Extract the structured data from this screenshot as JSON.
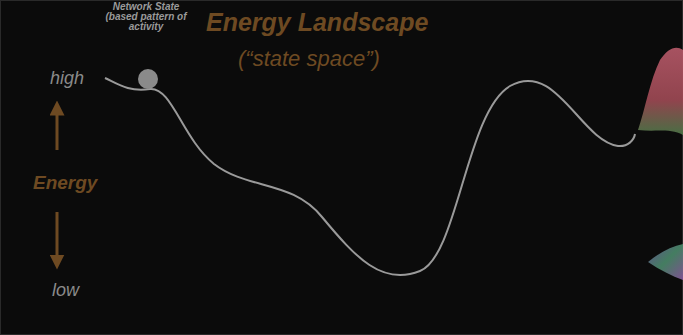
{
  "diagram": {
    "title": "Energy Landscape",
    "labels": [
      "Network State (based pattern of activity",
      "(“state space”)",
      "high",
      "Energy",
      "low"
    ]
  }
}
